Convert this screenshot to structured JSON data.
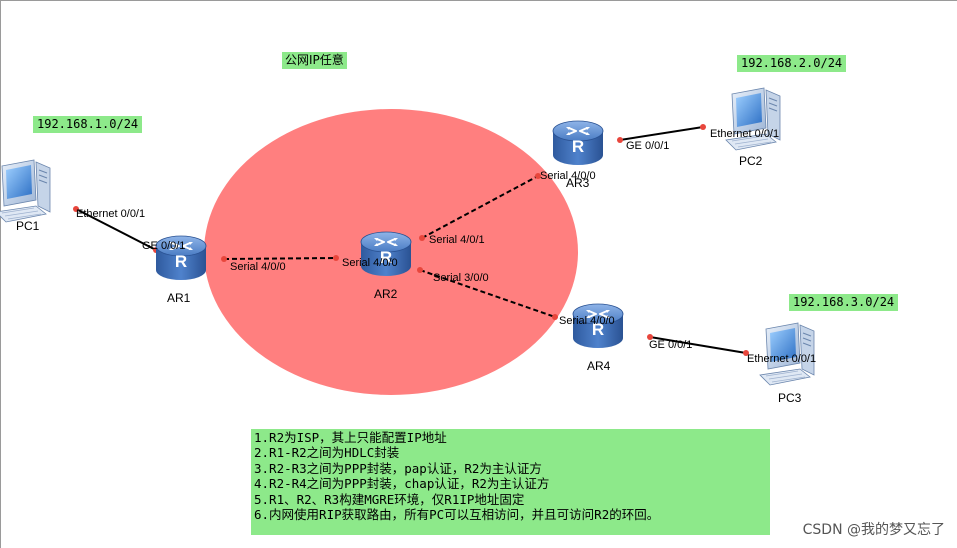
{
  "public_net": {
    "label": "公网IP任意",
    "color": "#ff7f7f"
  },
  "networks": [
    {
      "id": "net1",
      "label": "192.168.1.0/24"
    },
    {
      "id": "net2",
      "label": "192.168.2.0/24"
    },
    {
      "id": "net3",
      "label": "192.168.3.0/24"
    }
  ],
  "devices": [
    {
      "id": "PC1",
      "label": "PC1",
      "kind": "pc"
    },
    {
      "id": "PC2",
      "label": "PC2",
      "kind": "pc"
    },
    {
      "id": "PC3",
      "label": "PC3",
      "kind": "pc"
    },
    {
      "id": "AR1",
      "label": "AR1",
      "kind": "router"
    },
    {
      "id": "AR2",
      "label": "AR2",
      "kind": "router"
    },
    {
      "id": "AR3",
      "label": "AR3",
      "kind": "router"
    },
    {
      "id": "AR4",
      "label": "AR4",
      "kind": "router"
    }
  ],
  "links": [
    {
      "from": "PC1",
      "to": "AR1",
      "style": "solid",
      "from_port": "Ethernet 0/0/1",
      "to_port": "GE 0/0/1"
    },
    {
      "from": "AR1",
      "to": "AR2",
      "style": "dashed",
      "from_port": "Serial 4/0/0",
      "to_port": "Serial 4/0/0"
    },
    {
      "from": "AR2",
      "to": "AR3",
      "style": "dashed",
      "from_port": "Serial 4/0/1",
      "to_port": "Serial 4/0/0"
    },
    {
      "from": "AR2",
      "to": "AR4",
      "style": "dashed",
      "from_port": "Serial 3/0/0",
      "to_port": "Serial 4/0/0"
    },
    {
      "from": "AR3",
      "to": "PC2",
      "style": "solid",
      "from_port": "GE 0/0/1",
      "to_port": "Ethernet 0/0/1"
    },
    {
      "from": "AR4",
      "to": "PC3",
      "style": "solid",
      "from_port": "GE 0/0/1",
      "to_port": "Ethernet 0/0/1"
    }
  ],
  "requirements": [
    "1.R2为ISP，其上只能配置IP地址",
    "2.R1-R2之间为HDLC封装",
    "3.R2-R3之间为PPP封装，pap认证，R2为主认证方",
    "4.R2-R4之间为PPP封装，chap认证，R2为主认证方",
    "5.R1、R2、R3构建MGRE环境，仅R1IP地址固定",
    "6.内网使用RIP获取路由，所有PC可以互相访问，并且可访问R2的环回。"
  ],
  "watermark": "CSDN @我的梦又忘了",
  "colors": {
    "note_bg": "#8de98a",
    "link_dot": "#e8463c",
    "router_body": "#3f6fb5"
  }
}
